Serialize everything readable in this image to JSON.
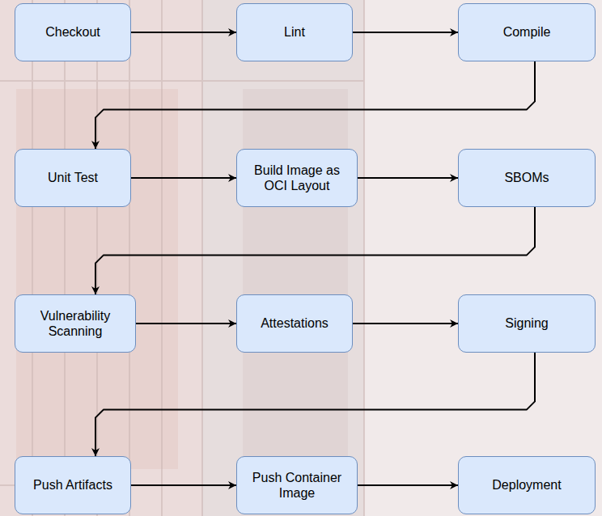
{
  "diagram": {
    "nodes": [
      {
        "text": [
          "Checkout"
        ]
      },
      {
        "text": [
          "Lint"
        ]
      },
      {
        "text": [
          "Compile"
        ]
      },
      {
        "text": [
          "Unit Test"
        ]
      },
      {
        "text": [
          "Build Image as OCI Layout"
        ]
      },
      {
        "text": [
          "SBOMs"
        ]
      },
      {
        "text": [
          "Vulnerability Scanning"
        ]
      },
      {
        "text": [
          "Attestations"
        ]
      },
      {
        "text": [
          "Signing"
        ]
      },
      {
        "text": [
          "Push Artifacts"
        ]
      },
      {
        "text": [
          "Push Container Image"
        ]
      },
      {
        "text": [
          "Deployment"
        ]
      }
    ],
    "edges": [
      {
        "from": 0,
        "to": 1,
        "arrow": "to"
      },
      {
        "from": 1,
        "to": 2,
        "arrow": "to"
      },
      {
        "from": 2,
        "to": 3,
        "arrow": "to"
      },
      {
        "from": 3,
        "to": 4,
        "arrow": "to"
      },
      {
        "from": 4,
        "to": 5,
        "arrow": "to"
      },
      {
        "from": 5,
        "to": 6,
        "arrow": "to"
      },
      {
        "from": 6,
        "to": 7,
        "arrow": "to"
      },
      {
        "from": 7,
        "to": 8,
        "arrow": "to"
      },
      {
        "from": 8,
        "to": 9,
        "arrow": "to"
      },
      {
        "from": 9,
        "to": 10,
        "arrow": "to"
      },
      {
        "from": 10,
        "to": 11,
        "arrow": "to"
      }
    ]
  }
}
